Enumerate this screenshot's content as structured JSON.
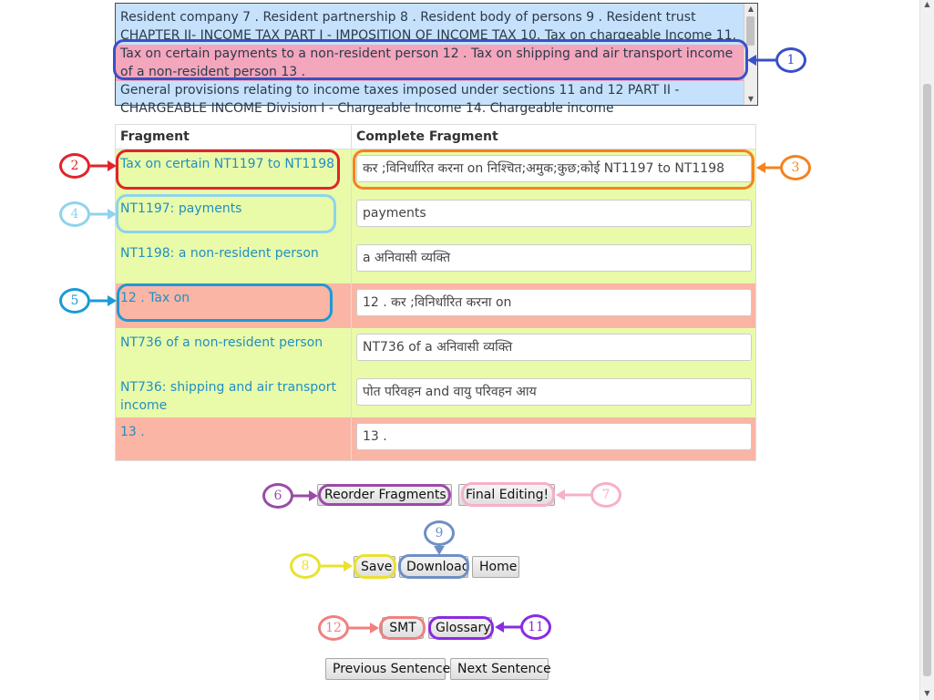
{
  "sentences": [
    "Resident company 7 . Resident partnership 8 . Resident body of persons 9 . Resident trust CHAPTER II- INCOME TAX PART I - IMPOSITION OF INCOME TAX 10. Tax on chargeable Income 11.",
    "Tax on certain payments to a non-resident person 12 . Tax on shipping and air transport income of a non-resident person 13 .",
    "General provisions relating to income taxes imposed under sections 11 and 12 PART II - CHARGEABLE INCOME Division I - Chargeable Income 14. Chargeable income"
  ],
  "table": {
    "header_fragment": "Fragment",
    "header_complete": "Complete Fragment",
    "rows": [
      {
        "fragment": "Tax on certain NT1197 to NT1198",
        "complete": "कर ;विनिर्धारित करना on निश्चित;अमुक;कुछ;कोई NT1197 to NT1198",
        "status": "green"
      },
      {
        "fragment": "NT1197: payments",
        "complete": "payments",
        "status": "green"
      },
      {
        "fragment": "NT1198: a non-resident person",
        "complete": "a अनिवासी व्यक्ति",
        "status": "green"
      },
      {
        "fragment": "12 . Tax on",
        "complete": "12 . कर ;विनिर्धारित करना on",
        "status": "salmon"
      },
      {
        "fragment": "NT736 of a non-resident person",
        "complete": "NT736 of a अनिवासी व्यक्ति",
        "status": "green"
      },
      {
        "fragment": "NT736: shipping and air transport income",
        "complete": "पोत परिवहन and वायु परिवहन आय",
        "status": "green"
      },
      {
        "fragment": "13 .",
        "complete": "13 .",
        "status": "salmon"
      }
    ]
  },
  "buttons": {
    "reorder": "Reorder Fragments!",
    "final_editing": "Final Editing!",
    "save": "Save",
    "download": "Download",
    "home": "Home",
    "smt": "SMT",
    "glossary": "Glossary",
    "previous": "Previous Sentence",
    "next": "Next Sentence"
  },
  "callouts": {
    "c1": "1",
    "c2": "2",
    "c3": "3",
    "c4": "4",
    "c5": "5",
    "c6": "6",
    "c7": "7",
    "c8": "8",
    "c9": "9",
    "c11": "11",
    "c12": "12"
  },
  "colors": {
    "c1": "#3a4fc8",
    "c2": "#e0242b",
    "c3": "#f58220",
    "c4": "#8fd3ec",
    "c5": "#1c9ad6",
    "c6": "#9b4aa8",
    "c7": "#f6b0c8",
    "c8": "#e9e132",
    "c9": "#6f8fc4",
    "c11": "#8a2be2",
    "c12": "#f08080",
    "row_green": "#e9fba9",
    "row_salmon": "#fab5a5",
    "selected_sentence": "#f4a6bc"
  }
}
